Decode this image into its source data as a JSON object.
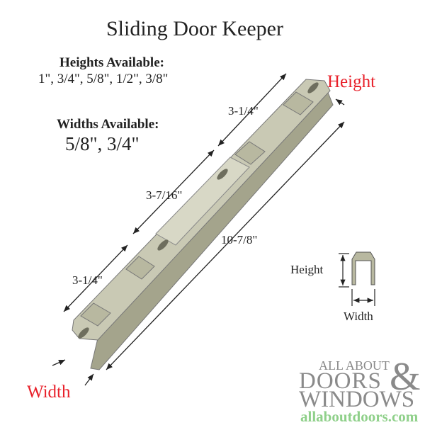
{
  "title": "Sliding Door Keeper",
  "heights": {
    "label": "Heights Available:",
    "values": "1\", 3/4\", 5/8\", 1/2\", 3/8\""
  },
  "widths": {
    "label": "Widths Available:",
    "values": "5/8\",  3/4\""
  },
  "dimensions": {
    "top_segment": "3-1/4\"",
    "middle_segment": "3-7/16\"",
    "bottom_segment": "3-1/4\"",
    "overall": "10-7/8\""
  },
  "callouts": {
    "height": "Height",
    "width": "Width",
    "accent_color": "#e8202a"
  },
  "profile": {
    "height": "Height",
    "width": "Width"
  },
  "logo": {
    "line1": "ALL ABOUT",
    "line2": "DOORS",
    "amp": "&",
    "line3": "WINDOWS",
    "url": "allaboutdoors.com",
    "url_color": "#8fd08a",
    "text_color": "#8a8a8a"
  }
}
